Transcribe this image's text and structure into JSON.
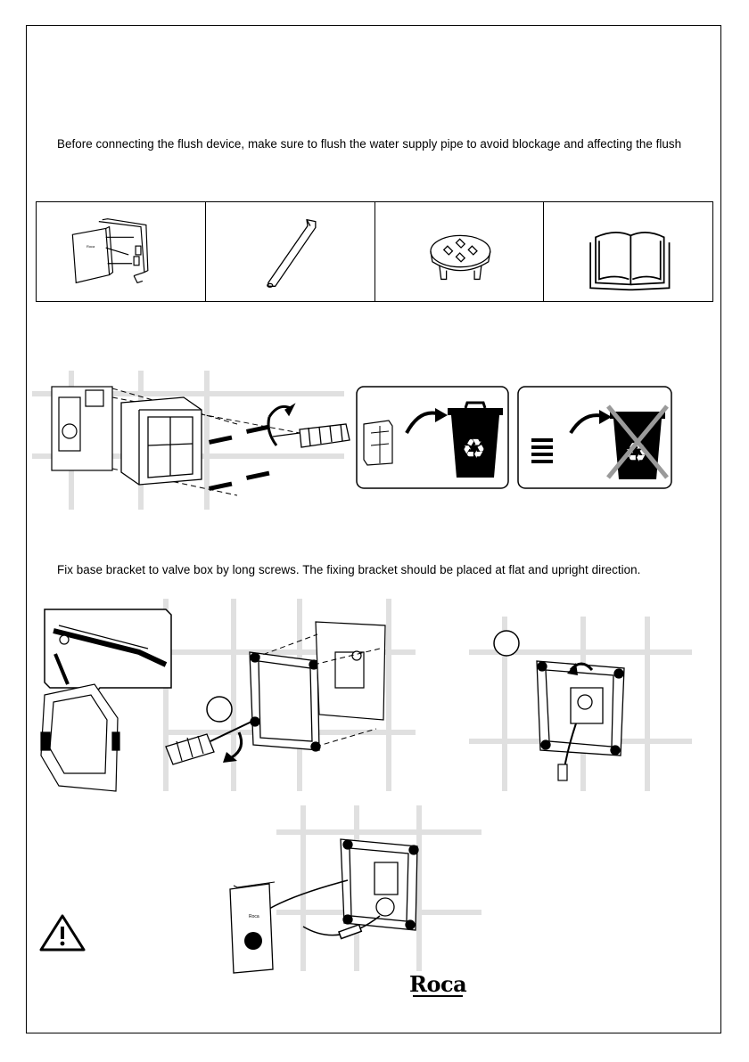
{
  "page": {
    "instruction_text": "Before connecting the flush device, make sure to flush the water supply pipe to avoid blockage and affecting the flush",
    "step_text": "Fix base bracket to valve box by long screws. The fixing bracket should be placed at flat and upright direction."
  },
  "parts_list": [
    {
      "name": "flush-panel-icon"
    },
    {
      "name": "hex-key-icon"
    },
    {
      "name": "cap-icon"
    },
    {
      "name": "manual-book-icon"
    }
  ],
  "logo": {
    "text": "Roca"
  },
  "colors": {
    "line": "#000000",
    "grid": "#d9d9d9",
    "background": "#ffffff"
  }
}
